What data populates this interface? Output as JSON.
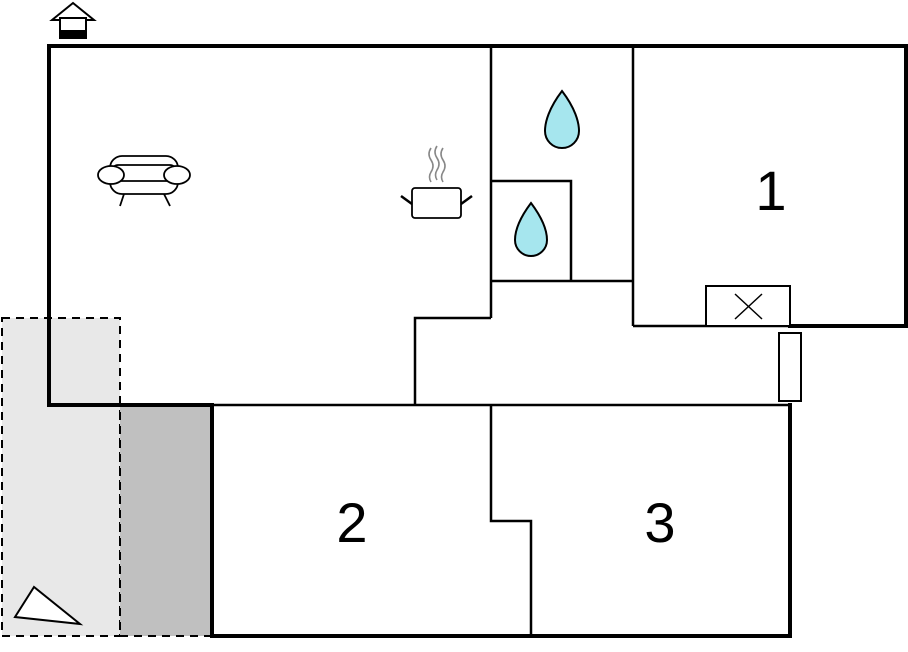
{
  "floorplan": {
    "rooms": [
      {
        "id": "room-1",
        "label": "1"
      },
      {
        "id": "room-2",
        "label": "2"
      },
      {
        "id": "room-3",
        "label": "3"
      }
    ],
    "icons": {
      "entrance": "house-entrance-icon",
      "living": "sofa-icon",
      "kitchen": "cooking-pot-icon",
      "water_a": "water-drop-icon",
      "water_b": "water-drop-icon",
      "fireplace": "fireplace-box-icon",
      "radiator": "radiator-icon",
      "terrace": "terrace-corner-icon"
    },
    "colors": {
      "wall": "#000000",
      "terrace_light": "#e8e8e8",
      "terrace_dark": "#c0c0c0",
      "water": "#a6e6ee",
      "icon_stroke": "#000000",
      "steam": "#888888"
    }
  }
}
